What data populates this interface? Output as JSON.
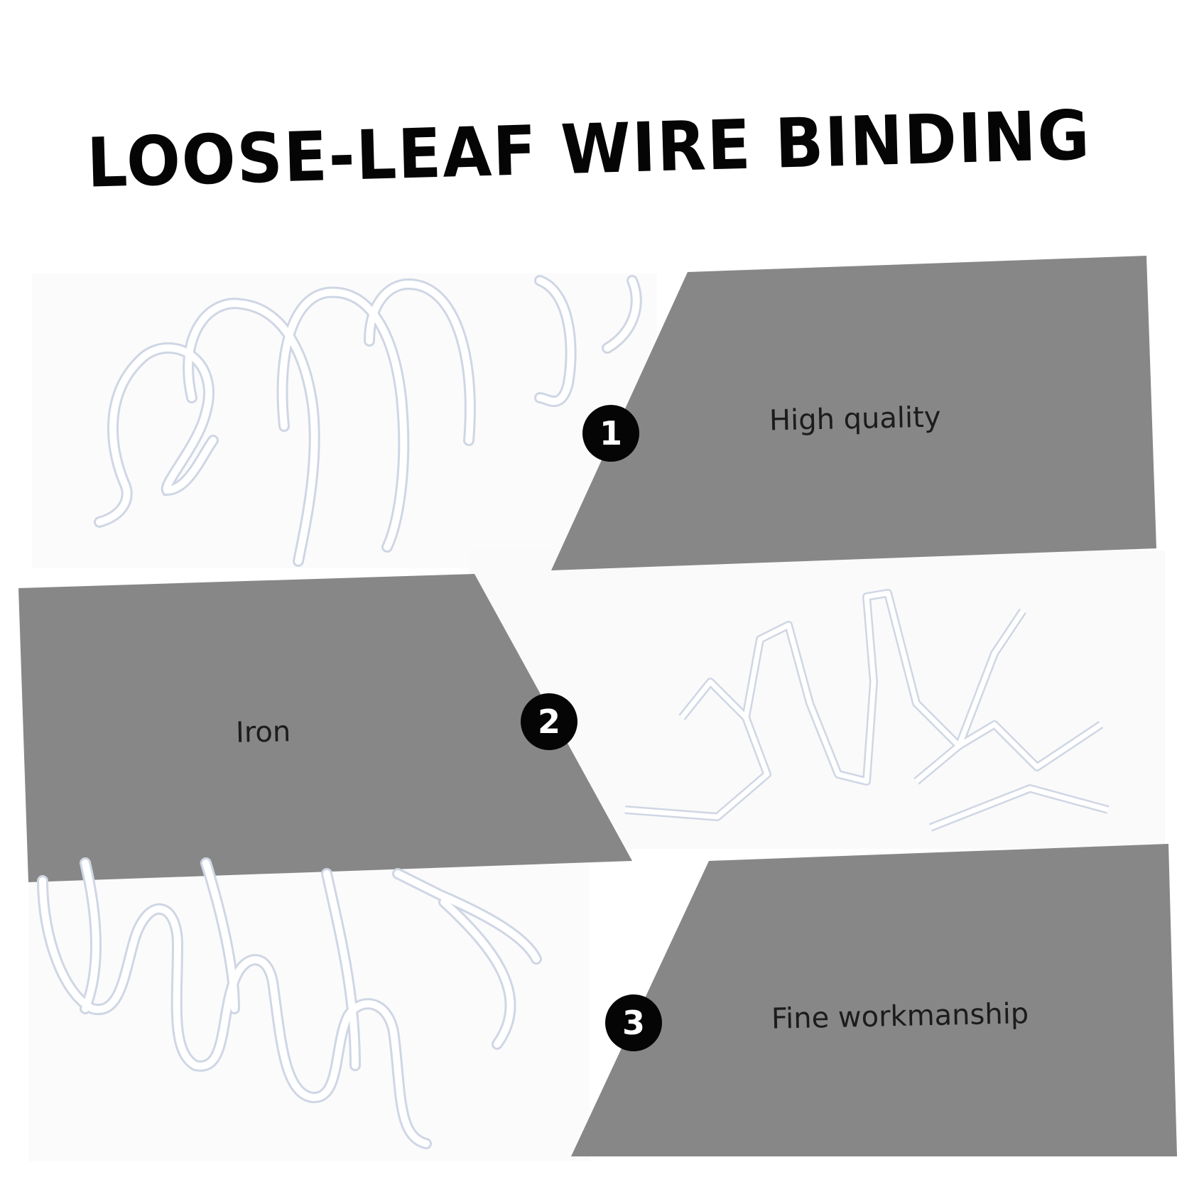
{
  "title": "LOOSE-LEAF WIRE BINDING",
  "features": [
    {
      "number": "1",
      "label": "High quality"
    },
    {
      "number": "2",
      "label": "Iron"
    },
    {
      "number": "3",
      "label": "Fine workmanship"
    }
  ],
  "colors": {
    "panel": "#878787",
    "wire": "#ffffff",
    "wire_shadow": "#cfd6e4",
    "badge": "#050505",
    "background": "#ffffff"
  }
}
